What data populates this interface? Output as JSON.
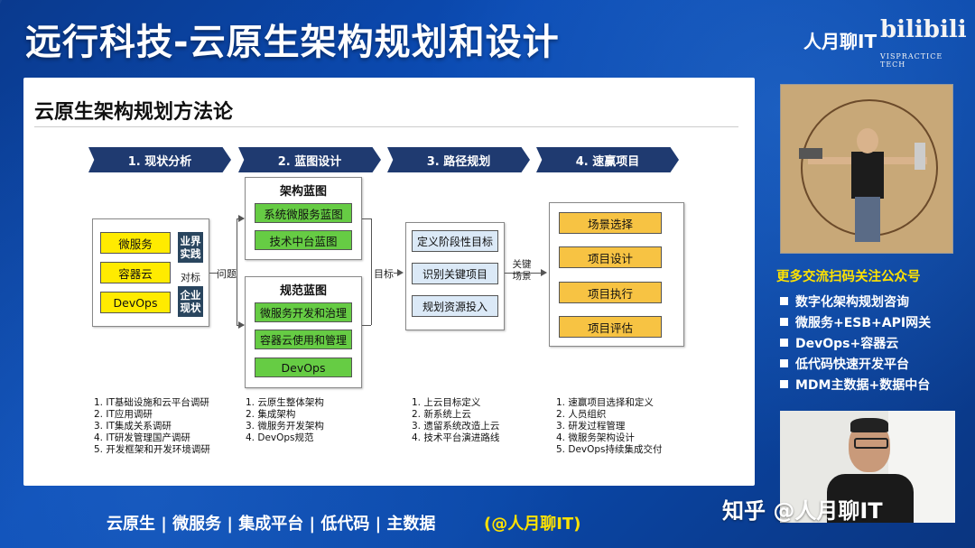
{
  "main_title": "远行科技-云原生架构规划和设计",
  "brand": {
    "text": "人月聊IT",
    "mark": "bilibili",
    "mark_sub": "VISPRACTICE TECH"
  },
  "panel": {
    "title": "云原生架构规划方法论",
    "phases": [
      "1. 现状分析",
      "2. 蓝图设计",
      "3. 路径规划",
      "4. 速赢项目"
    ],
    "status": {
      "items": [
        "微服务",
        "容器云",
        "DevOps"
      ],
      "tags": [
        "业界实践",
        "企业现状"
      ],
      "compare_label": "对标",
      "issue_label": "问题"
    },
    "blueprint_arch": {
      "title": "架构蓝图",
      "items": [
        "系统微服务蓝图",
        "技术中台蓝图"
      ]
    },
    "blueprint_spec": {
      "title": "规范蓝图",
      "items": [
        "微服务开发和治理",
        "容器云使用和管理",
        "DevOps"
      ]
    },
    "target_label": "目标",
    "path": {
      "items": [
        "定义阶段性目标",
        "识别关键项目",
        "规划资源投入"
      ]
    },
    "scene_label": "关键场景",
    "quickwin": {
      "items": [
        "场景选择",
        "项目设计",
        "项目执行",
        "项目评估"
      ]
    },
    "lists": [
      [
        "1. IT基础设施和云平台调研",
        "2. IT应用调研",
        "3. IT集成关系调研",
        "4. IT研发管理国产调研",
        "5. 开发框架和开发环境调研"
      ],
      [
        "1. 云原生整体架构",
        "2. 集成架构",
        "3. 微服务开发架构",
        "4. DevOps规范"
      ],
      [
        "1. 上云目标定义",
        "2. 新系统上云",
        "3. 遗留系统改造上云",
        "4. 技术平台演进路线"
      ],
      [
        "1. 速赢项目选择和定义",
        "2. 人员组织",
        "3. 研发过程管理",
        "4. 微服务架构设计",
        "5. DevOps持续集成交付"
      ]
    ]
  },
  "promo": {
    "title": "更多交流扫码关注公众号",
    "items": [
      "数字化架构规划咨询",
      "微服务+ESB+API网关",
      "DevOps+容器云",
      "低代码快速开发平台",
      "MDM主数据+数据中台"
    ]
  },
  "footer": {
    "tags": "云原生 | 微服务 | 集成平台 | 低代码 | 主数据",
    "handle": "(@人月聊IT)"
  },
  "watermark": "知乎 @人月聊IT",
  "colors": {
    "phase": "#1f3a70",
    "yellow": "#ffeb00",
    "green": "#66cc44",
    "orange": "#f7c343",
    "path_blue": "#dbe9f7",
    "accent": "#ffe200"
  }
}
